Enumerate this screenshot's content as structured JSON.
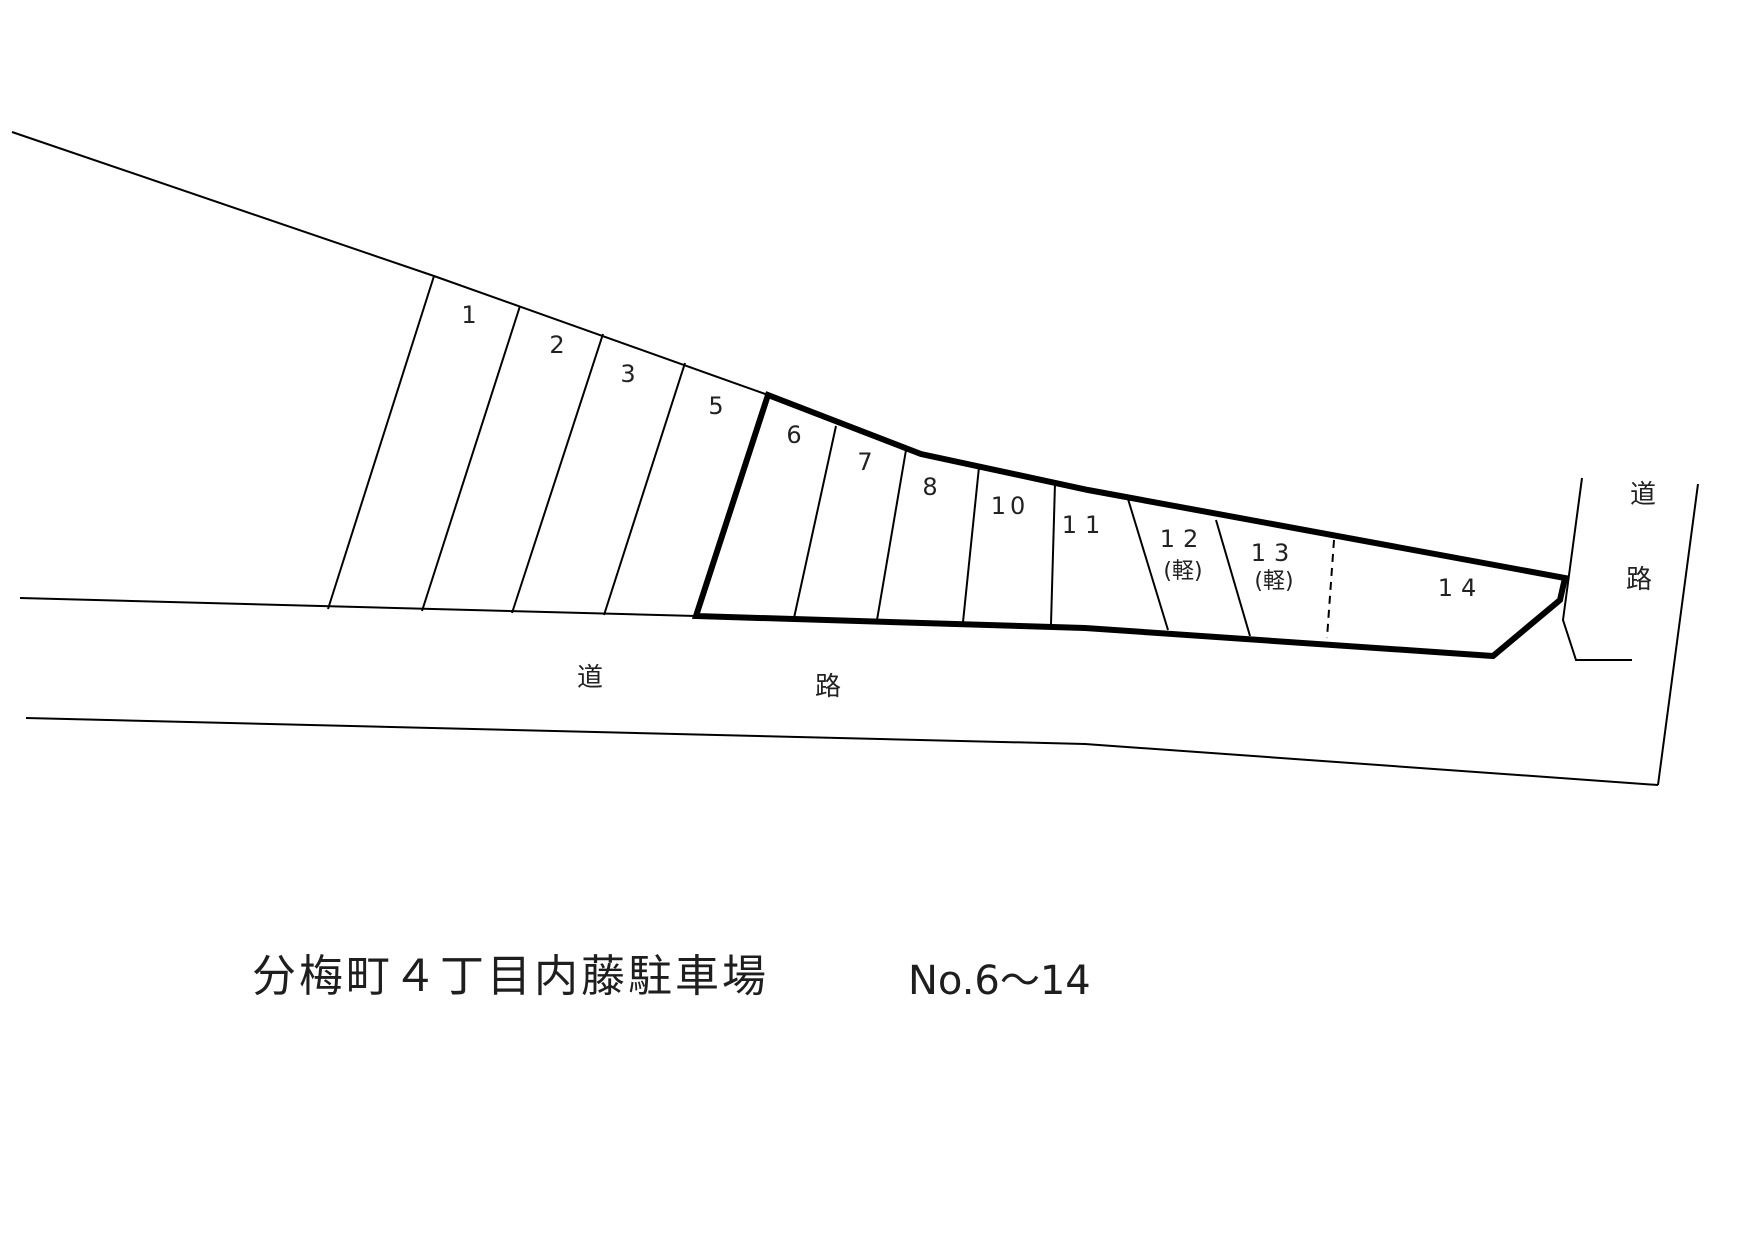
{
  "title": "分梅町４丁目内藤駐車場",
  "range": "No.6～14",
  "road_char_1": "道",
  "road_char_2": "路",
  "colors": {
    "line": "#000000",
    "text": "#222222",
    "background": "#ffffff"
  },
  "spaces": [
    {
      "number": "1",
      "light": false,
      "highlighted": false
    },
    {
      "number": "2",
      "light": false,
      "highlighted": false
    },
    {
      "number": "3",
      "light": false,
      "highlighted": false
    },
    {
      "number": "5",
      "light": false,
      "highlighted": false
    },
    {
      "number": "6",
      "light": false,
      "highlighted": true
    },
    {
      "number": "7",
      "light": false,
      "highlighted": true
    },
    {
      "number": "8",
      "light": false,
      "highlighted": true
    },
    {
      "number": "10",
      "light": false,
      "highlighted": true
    },
    {
      "number": "11",
      "light": false,
      "highlighted": true
    },
    {
      "number": "12",
      "light": true,
      "highlighted": true
    },
    {
      "number": "13",
      "light": true,
      "highlighted": true
    },
    {
      "number": "14",
      "light": false,
      "highlighted": true
    }
  ],
  "light_mark": "(軽)"
}
